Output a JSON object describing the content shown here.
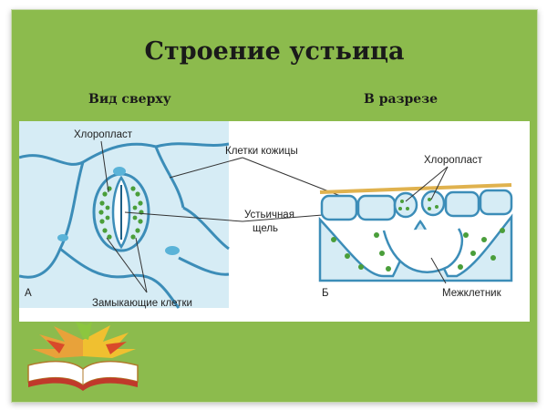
{
  "slide": {
    "title": "Строение устьица",
    "subtitle_left": "Вид сверху",
    "subtitle_right": "В разрезе"
  },
  "figure": {
    "labels": {
      "chloroplast_left": "Хлоропласт",
      "skin_cells": "Клетки кожицы",
      "chloroplast_right": "Хлоропласт",
      "stomatal_slit_line1": "Устьичная",
      "stomatal_slit_line2": "щель",
      "guard_cells": "Замыкающие клетки",
      "intercellular": "Межклетник",
      "panel_a": "А",
      "panel_b": "Б"
    },
    "colors": {
      "cell_fill": "#d6ecf5",
      "cell_wall": "#3c8db8",
      "cuticle": "#e0b24e",
      "chloroplast": "#4a9e3a",
      "nucleus": "#5ab3d8",
      "slide_bg": "#8cbb4d"
    }
  },
  "decoration": {
    "icon": "open-book-with-autumn-leaves-icon"
  }
}
